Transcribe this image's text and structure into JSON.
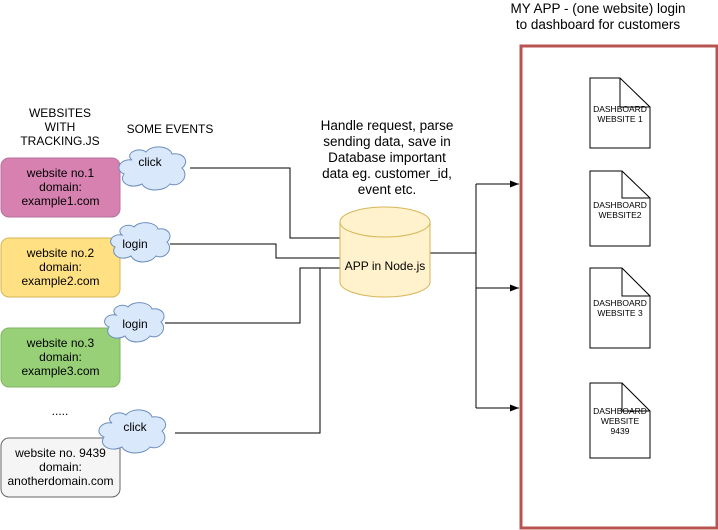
{
  "colors": {
    "app_border": "#b85450",
    "db_fill": "#fff2cc",
    "db_stroke": "#d6b656",
    "site1": "#d681b0",
    "site1_stroke": "#b5739d",
    "site2": "#ffe082",
    "site2_stroke": "#d6b656",
    "site3": "#97d077",
    "site3_stroke": "#82b366",
    "site4": "#f5f5f5",
    "site4_stroke": "#666666",
    "cloud_fill": "#dae8fc",
    "cloud_stroke": "#6c8ebf"
  },
  "app_title": [
    "MY APP - (one website) login",
    "to dashboard for customers"
  ],
  "websites_header": [
    "WEBSITES",
    "WITH",
    "TRACKING.JS"
  ],
  "events_header": "SOME EVENTS",
  "handler_note": [
    "Handle request, parse",
    "sending data, save in",
    "Database important",
    "data eg. customer_id,",
    "event etc."
  ],
  "database_label": "APP in Node.js",
  "ellipsis": ".....",
  "websites": [
    {
      "lines": [
        "website no.1",
        "domain:",
        "example1.com"
      ]
    },
    {
      "lines": [
        "website no.2",
        "domain:",
        "example2.com"
      ]
    },
    {
      "lines": [
        "website no.3",
        "domain:",
        "example3.com"
      ]
    },
    {
      "lines": [
        "website no. 9439",
        "domain:",
        "anotherdomain.com"
      ]
    }
  ],
  "events": [
    "click",
    "login",
    "login",
    "click"
  ],
  "dashboards": [
    {
      "lines": [
        "DASHBOARD",
        "WEBSITE 1"
      ]
    },
    {
      "lines": [
        "DASHBOARD",
        "WEBSITE2"
      ]
    },
    {
      "lines": [
        "DASHBOARD",
        "WEBSITE 3"
      ]
    },
    {
      "lines": [
        "DASHBOARD",
        "WEBSITE",
        "9439"
      ]
    }
  ]
}
